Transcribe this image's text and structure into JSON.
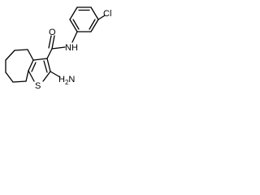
{
  "diagram": {
    "type": "chemical-structure",
    "atoms": {
      "chlorine": "Cl",
      "amide_nitrogen": "NH",
      "carbonyl_oxygen": "O",
      "sulfur": "S",
      "amine_n": "N",
      "amine_h": "H",
      "amine_subscript": "2"
    }
  }
}
